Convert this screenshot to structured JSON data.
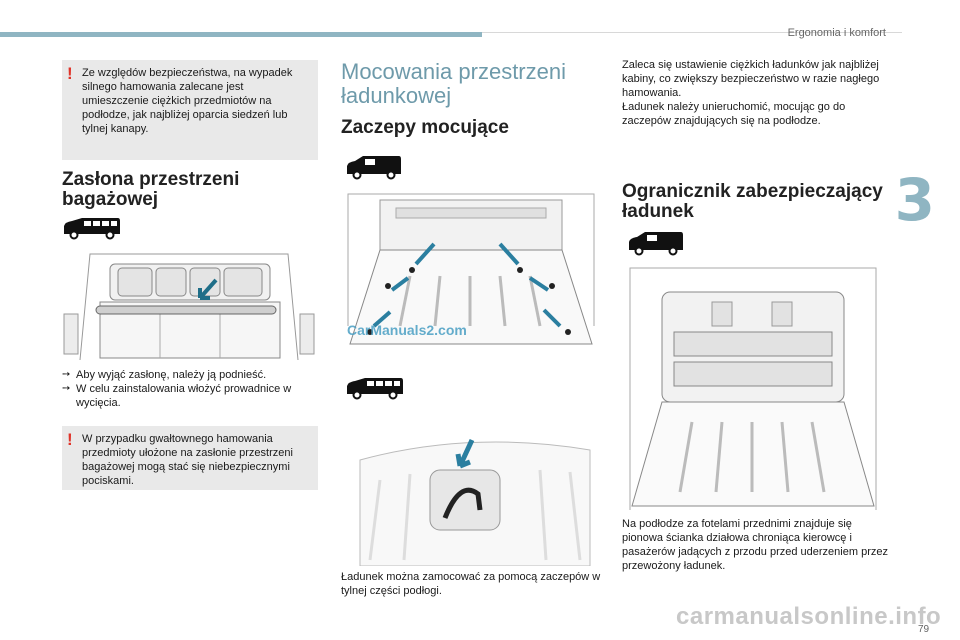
{
  "header": {
    "section_title": "Ergonomia i komfort",
    "chapter_number": "3"
  },
  "left": {
    "warning_top": "Ze względów bezpieczeństwa, na wypadek silnego hamowania zalecane jest umieszczenie ciężkich przedmiotów na podłodze, jak najbliżej oparcia siedzeń lub tylnej kanapy.",
    "heading": "Zasłona przestrzeni bagażowej",
    "bullet_1": "Aby wyjąć zasłonę, należy ją podnieść.",
    "bullet_2": "W celu zainstalowania włożyć prowadnice w wycięcia.",
    "warning_bottom": "W przypadku gwałtownego hamowania przedmioty ułożone na zasłonie przestrzeni bagażowej mogą stać się niebezpiecznymi pociskami."
  },
  "middle": {
    "main_title": "Mocowania przestrzeni ładunkowej",
    "heading": "Zaczepy mocujące",
    "caption": "Ładunek można zamocować za pomocą zaczepów w tylnej części podłogi."
  },
  "right": {
    "intro_1": "Zaleca się ustawienie ciężkich ładunków jak najbliżej kabiny, co zwiększy bezpieczeństwo w razie nagłego hamowania.",
    "intro_2": "Ładunek należy unieruchomić, mocując go do zaczepów znajdujących się na podłodze.",
    "heading": "Ogranicznik zabezpieczający ładunek",
    "caption": "Na podłodze za fotelami przednimi znajduje się pionowa ścianka działowa chroniąca kierowcę i pasażerów jadących z przodu przed uderzeniem przez przewożony ładunek."
  },
  "footer": {
    "page_number": "79",
    "watermark_site": "carmanualsonline.info",
    "watermark_figure": "CarManuals2.com"
  },
  "icons": {
    "bullet": "bullet-arrow-icon",
    "warning": "exclamation-icon",
    "vehicle": "van-silhouette-icon"
  },
  "colors": {
    "accent": "#8fb5c2",
    "title_blue": "#6e9aaa",
    "warning_red": "#e0342a",
    "warning_bg": "#e9e9e9"
  }
}
